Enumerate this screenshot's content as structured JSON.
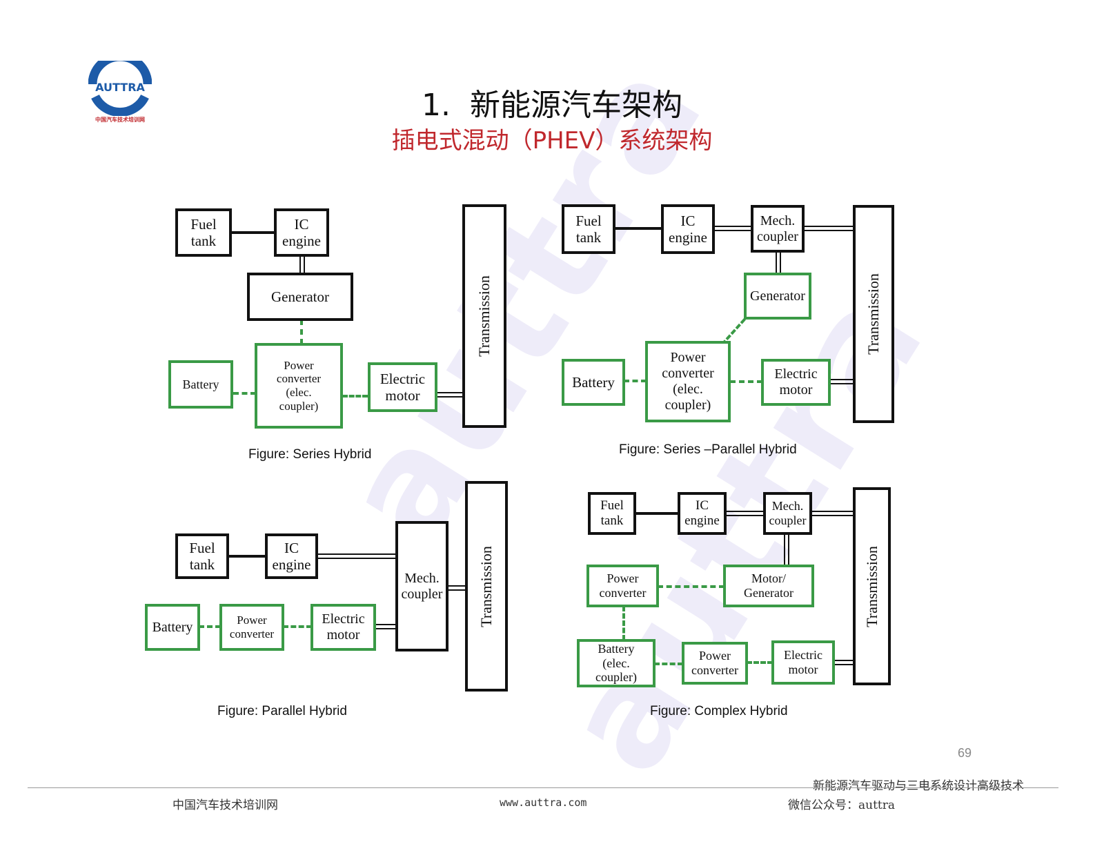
{
  "logo": {
    "text": "AUTTRA",
    "subtext": "中国汽车技术培训网"
  },
  "title": {
    "main": "1.  新能源汽车架构",
    "sub": "插电式混动（PHEV）系统架构"
  },
  "watermark": "auttra",
  "diagrams": {
    "series": {
      "fuel_tank": "Fuel\ntank",
      "ic_engine": "IC\nengine",
      "generator": "Generator",
      "battery": "Battery",
      "power_converter": "Power\nconverter\n(elec.\ncoupler)",
      "electric_motor": "Electric\nmotor",
      "transmission": "Transmission",
      "caption": "Figure: Series Hybrid"
    },
    "series_parallel": {
      "fuel_tank": "Fuel\ntank",
      "ic_engine": "IC\nengine",
      "mech_coupler": "Mech.\ncoupler",
      "generator": "Generator",
      "battery": "Battery",
      "power_converter": "Power\nconverter\n(elec.\ncoupler)",
      "electric_motor": "Electric\nmotor",
      "transmission": "Transmission",
      "caption": "Figure: Series –Parallel Hybrid"
    },
    "parallel": {
      "fuel_tank": "Fuel\ntank",
      "ic_engine": "IC\nengine",
      "mech_coupler": "Mech.\ncoupler",
      "battery": "Battery",
      "power_converter": "Power\nconverter",
      "electric_motor": "Electric\nmotor",
      "transmission": "Transmission",
      "caption": "Figure: Parallel Hybrid"
    },
    "complex": {
      "fuel_tank": "Fuel\ntank",
      "ic_engine": "IC\nengine",
      "mech_coupler": "Mech.\ncoupler",
      "power_converter_top": "Power\nconverter",
      "motor_generator": "Motor/\nGenerator",
      "battery": "Battery\n(elec.\ncoupler)",
      "power_converter_bottom": "Power\nconverter",
      "electric_motor": "Electric\nmotor",
      "transmission": "Transmission",
      "caption": "Figure: Complex Hybrid"
    }
  },
  "page_number": "69",
  "footer": {
    "course_title": "新能源汽车驱动与三电系统设计高级技术",
    "left": "中国汽车技术培训网",
    "center": "www.auttra.com",
    "right": "微信公众号：auttra"
  },
  "colors": {
    "accent_red": "#c0282d",
    "logo_blue": "#1d5ba8",
    "component_green": "#3a9a46"
  }
}
